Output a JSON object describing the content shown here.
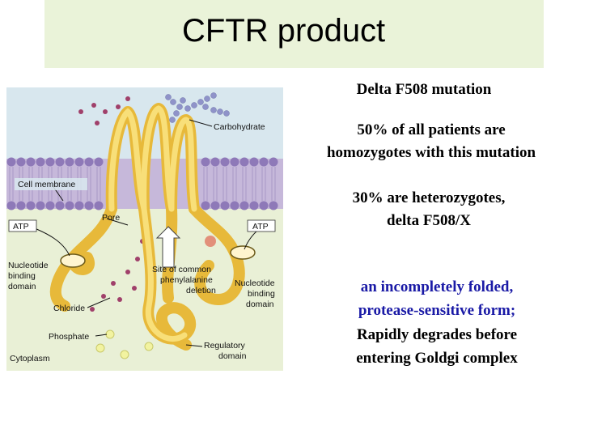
{
  "slide": {
    "title": "CFTR product"
  },
  "diagram": {
    "labels": {
      "carbohydrate": "Carbohydrate",
      "cell_membrane": "Cell membrane",
      "atp_left": "ATP",
      "atp_right": "ATP",
      "pore": "Pore",
      "nbd_left_1": "Nucleotide",
      "nbd_left_2": "binding",
      "nbd_left_3": "domain",
      "site_1": "Site of common",
      "site_2": "phenylalanine",
      "site_3": "deletion",
      "nbd_right_1": "Nucleotide",
      "nbd_right_2": "binding",
      "nbd_right_3": "domain",
      "chloride": "Chloride",
      "phosphate": "Phosphate",
      "regulatory_1": "Regulatory",
      "regulatory_2": "domain",
      "cytoplasm": "Cytoplasm"
    },
    "colors": {
      "protein": "#f3cf55",
      "membrane": "#c6b8da",
      "lipid_head": "#8e79b8",
      "background": "#d8e7ee",
      "cytoplasm": "#e9f0d6"
    }
  },
  "text": {
    "heading": "Delta F508 mutation",
    "homo_1": "50% of all patients are",
    "homo_2": "homozygotes with this mutation",
    "hetero_1": "30% are heterozygotes,",
    "hetero_2": "delta F508/X",
    "blue_1": "an incompletely folded,",
    "blue_2": "protease-sensitive form;",
    "black_1": "Rapidly degrades before",
    "black_2": "entering Goldgi complex"
  }
}
